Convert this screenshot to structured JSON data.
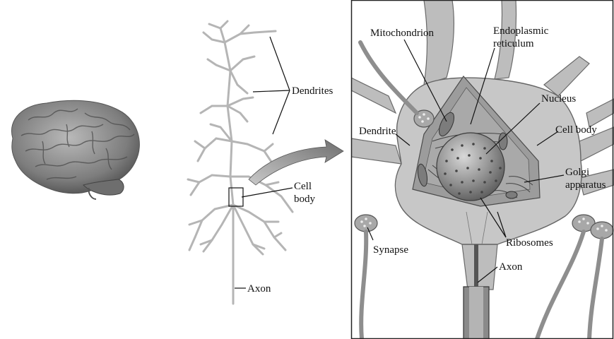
{
  "neuron_labels": {
    "dendrites": "Dendrites",
    "cell_body_line1": "Cell",
    "cell_body_line2": "body",
    "axon": "Axon"
  },
  "detail_labels": {
    "mitochondrion": "Mitochondrion",
    "er_line1": "Endoplasmic",
    "er_line2": "reticulum",
    "nucleus": "Nucleus",
    "dendrite": "Dendrite",
    "cell_body": "Cell body",
    "golgi_line1": "Golgi",
    "golgi_line2": "apparatus",
    "synapse": "Synapse",
    "ribosomes": "Ribosomes",
    "axon": "Axon"
  }
}
